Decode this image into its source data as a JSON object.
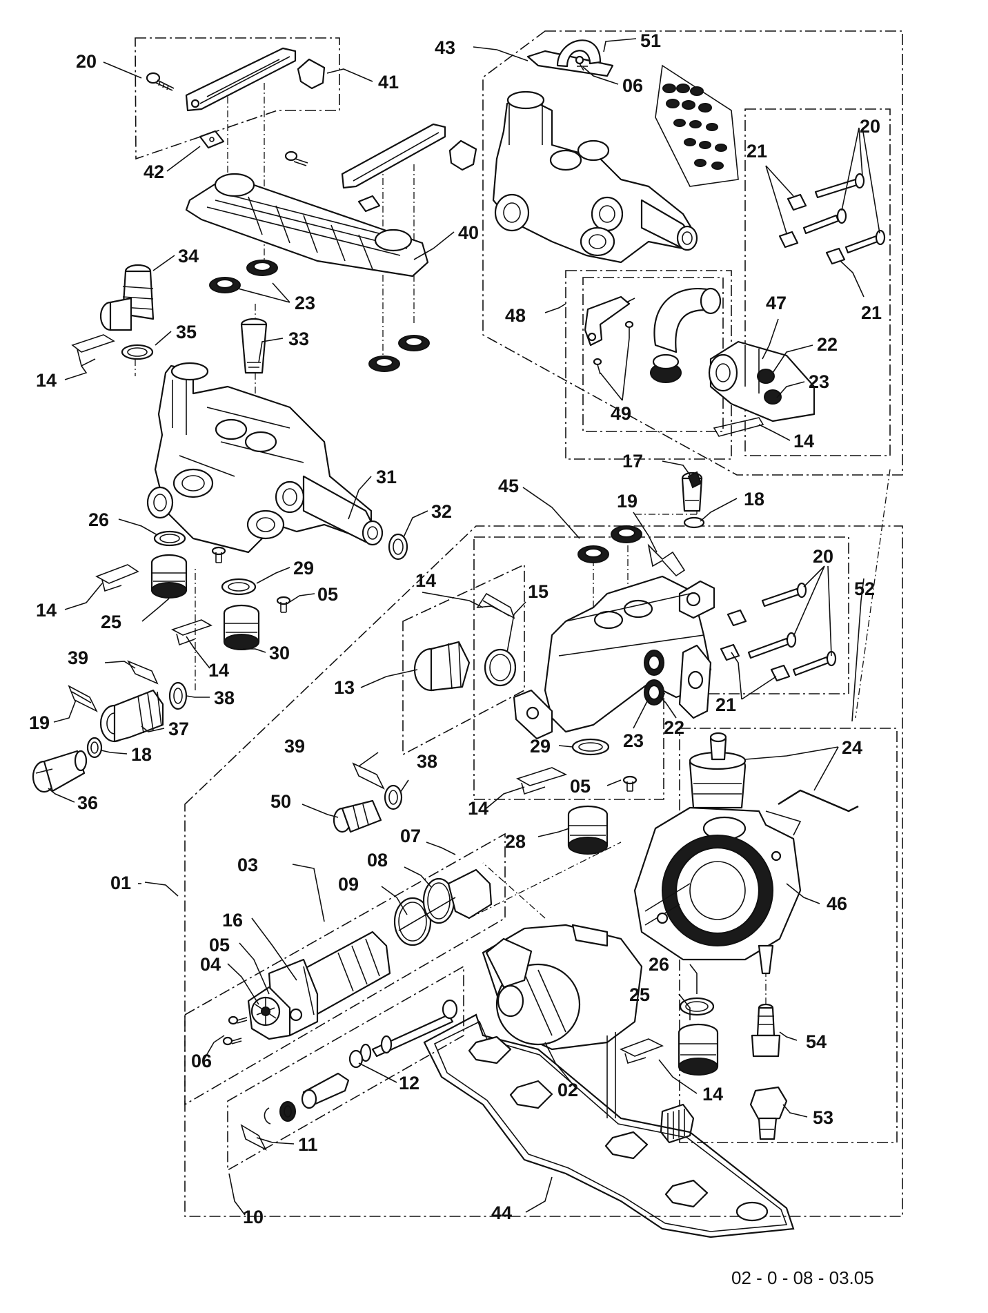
{
  "drawing_ref": "02 - 0 - 08 - 03.05",
  "labels": {
    "l20a": "20",
    "l41": "41",
    "l42": "42",
    "l40": "40",
    "l34": "34",
    "l23a": "23",
    "l35": "35",
    "l33": "33",
    "l14a": "14",
    "l31": "31",
    "l32": "32",
    "l26a": "26",
    "l29a": "29",
    "l05a": "05",
    "l14b": "14",
    "l25a": "25",
    "l30": "30",
    "l14c": "14",
    "l39a": "39",
    "l38a": "38",
    "l19a": "19",
    "l37": "37",
    "l18a": "18",
    "l36": "36",
    "l43": "43",
    "l51": "51",
    "l06a": "06",
    "l20b": "20",
    "l21a": "21",
    "l21b": "21",
    "l48": "48",
    "l47": "47",
    "l22a": "22",
    "l23b": "23",
    "l49": "49",
    "l14d": "14",
    "l17": "17",
    "l18b": "18",
    "l45": "45",
    "l19b": "19",
    "l20c": "20",
    "l52": "52",
    "l14e": "14",
    "l15": "15",
    "l13": "13",
    "l21c": "21",
    "l22b": "22",
    "l23c": "23",
    "l29b": "29",
    "l39b": "39",
    "l38b": "38",
    "l24": "24",
    "l50": "50",
    "l05b": "05",
    "l14f": "14",
    "l28": "28",
    "l07": "07",
    "l03": "03",
    "l08": "08",
    "l09": "09",
    "l01": "01",
    "l46": "46",
    "l16": "16",
    "l05c": "05",
    "l04": "04",
    "l26b": "26",
    "l25b": "25",
    "l06b": "06",
    "l54": "54",
    "l12": "12",
    "l02": "02",
    "l14g": "14",
    "l53": "53",
    "l11": "11",
    "l44": "44",
    "l10": "10"
  }
}
